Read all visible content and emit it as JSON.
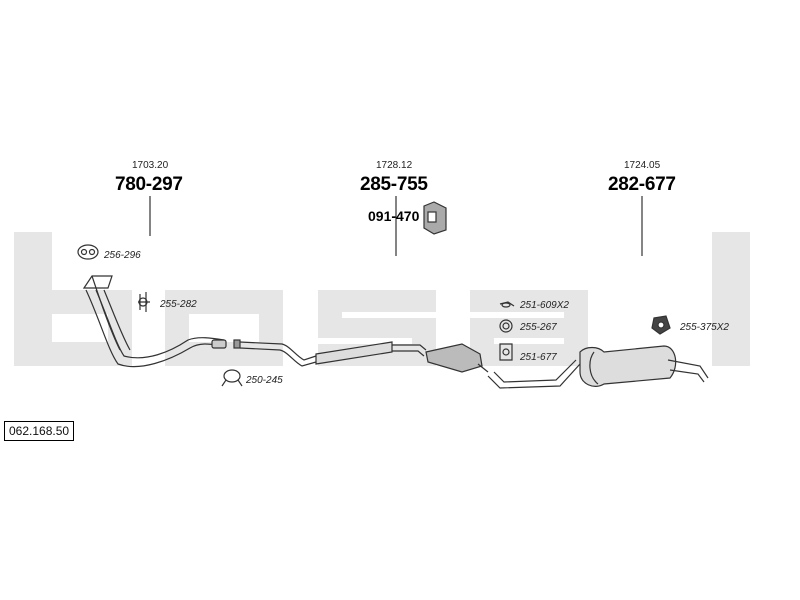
{
  "watermark": {
    "color": "#e6e6e6"
  },
  "sections": [
    {
      "id": "front",
      "ref_small": "1703.20",
      "ref_number": "780-297"
    },
    {
      "id": "middle",
      "ref_small": "1728.12",
      "ref_number": "285-755",
      "sub_ref": "091-470"
    },
    {
      "id": "rear",
      "ref_small": "1724.05",
      "ref_number": "282-677"
    }
  ],
  "parts": [
    {
      "label": "256-296"
    },
    {
      "label": "255-282"
    },
    {
      "label": "250-245"
    },
    {
      "label": "251-609X2"
    },
    {
      "label": "255-267"
    },
    {
      "label": "251-677"
    },
    {
      "label": "255-375X2"
    }
  ],
  "catalog_code": "062.168.50"
}
